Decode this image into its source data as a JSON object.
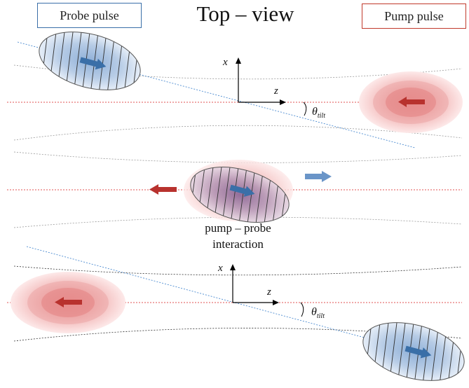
{
  "labels": {
    "probe": "Probe pulse",
    "pump": "Pump pulse",
    "title": "Top – view",
    "interaction_line1": "pump – probe",
    "interaction_line2": "interaction",
    "x_axis": "x",
    "z_axis": "z",
    "theta": "θ",
    "theta_sub": "tilt"
  },
  "colors": {
    "probe": "#3a6fa8",
    "pump": "#c0392b",
    "probe_fill": "#a9c3e0",
    "pump_fill": "#e8a0a0",
    "dotted_red": "#e05050",
    "dotted_blue": "#4a8ad0",
    "guide": "#888888"
  },
  "icons": [
    "right-arrow-icon",
    "left-arrow-icon"
  ]
}
